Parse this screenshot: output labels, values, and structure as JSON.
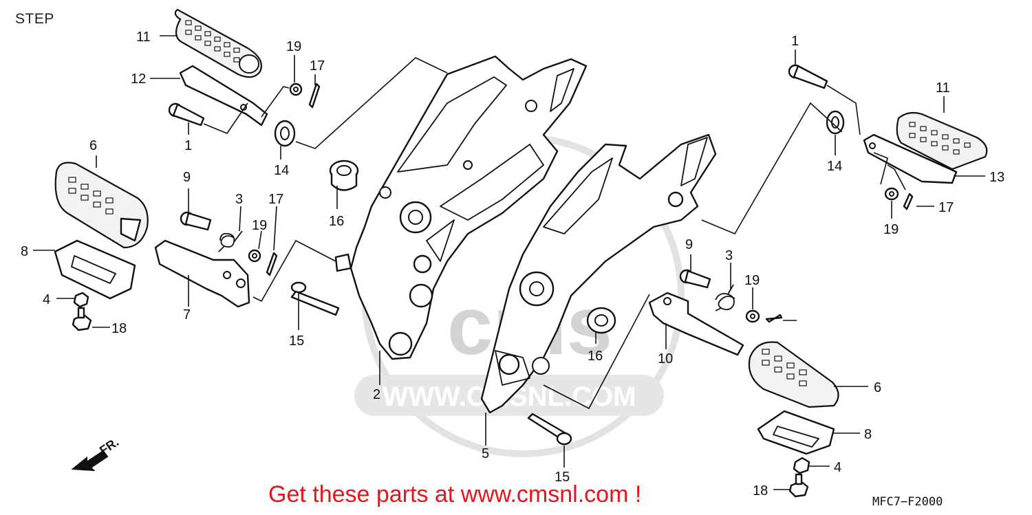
{
  "header": {
    "title": "STEP"
  },
  "watermark": {
    "logo_text": "cms",
    "url_text": "WWW.CMSNL.COM"
  },
  "direction_indicator": {
    "label": "FR."
  },
  "footer": {
    "promo_text": "Get these parts at www.cmsnl.com !",
    "diagram_code": "MFC7−F2000",
    "promo_color": "#e8141a"
  },
  "callouts": {
    "c1a": "1",
    "c1b": "1",
    "c2": "2",
    "c3a": "3",
    "c3b": "3",
    "c4a": "4",
    "c4b": "4",
    "c5": "5",
    "c6a": "6",
    "c6b": "6",
    "c7": "7",
    "c8a": "8",
    "c8b": "8",
    "c9a": "9",
    "c9b": "9",
    "c10": "10",
    "c11a": "11",
    "c11b": "11",
    "c12": "12",
    "c13": "13",
    "c14a": "14",
    "c14b": "14",
    "c15a": "15",
    "c15b": "15",
    "c16a": "16",
    "c16b": "16",
    "c17a": "17",
    "c17b": "17",
    "c17c": "17",
    "c18a": "18",
    "c18b": "18",
    "c19a": "19",
    "c19b": "19",
    "c19c": "19",
    "c19d": "19"
  }
}
